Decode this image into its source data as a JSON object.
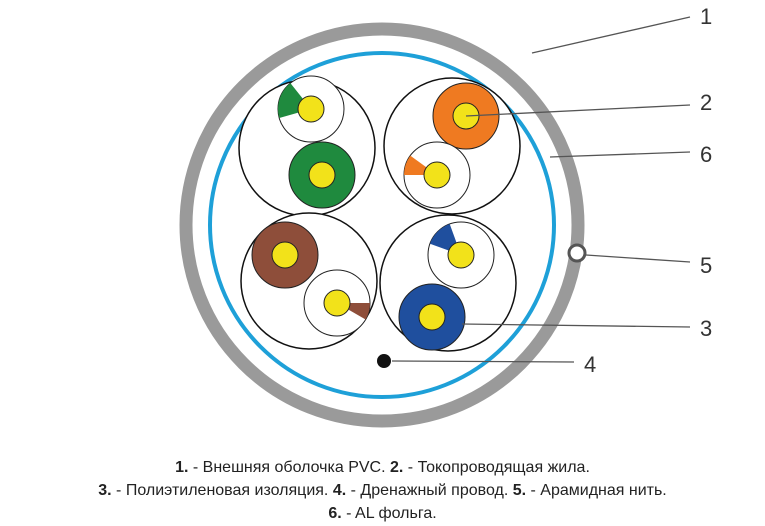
{
  "callouts": [
    "1",
    "2",
    "6",
    "5",
    "3",
    "4"
  ],
  "legend": {
    "line1": [
      {
        "num": "1.",
        "text": " - Внешняя оболочка PVC. "
      },
      {
        "num": "2.",
        "text": " - Токопроводящая жила."
      }
    ],
    "line2": [
      {
        "num": "3.",
        "text": " - Полиэтиленовая изоляция. "
      },
      {
        "num": "4.",
        "text": " - Дренажный провод. "
      },
      {
        "num": "5.",
        "text": " - Арамидная нить."
      }
    ],
    "line3": [
      {
        "num": "6.",
        "text": " - AL фольга."
      }
    ]
  },
  "colors": {
    "jacket": "#9a9a9a",
    "foil": "#1ea0d8",
    "conductor": "#f2e21a",
    "green": "#1f8a3e",
    "orange": "#ef7a21",
    "brown": "#8e4e3a",
    "blue": "#1f4f9e",
    "drain": "#111111"
  }
}
